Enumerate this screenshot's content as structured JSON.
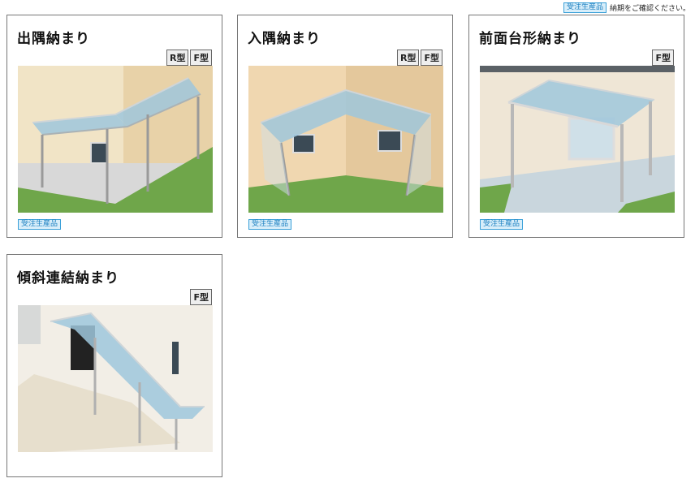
{
  "top_note": {
    "badge": "受注生産品",
    "text": "納期をご確認ください。"
  },
  "cards": [
    {
      "title": "出隅納まり",
      "types": [
        "R型",
        "F型"
      ],
      "badge": "受注生産品"
    },
    {
      "title": "入隅納まり",
      "types": [
        "R型",
        "F型"
      ],
      "badge": "受注生産品"
    },
    {
      "title": "前面台形納まり",
      "types": [
        "F型"
      ],
      "badge": "受注生産品"
    },
    {
      "title": "傾斜連結納まり",
      "types": [
        "F型"
      ],
      "badge": ""
    }
  ]
}
